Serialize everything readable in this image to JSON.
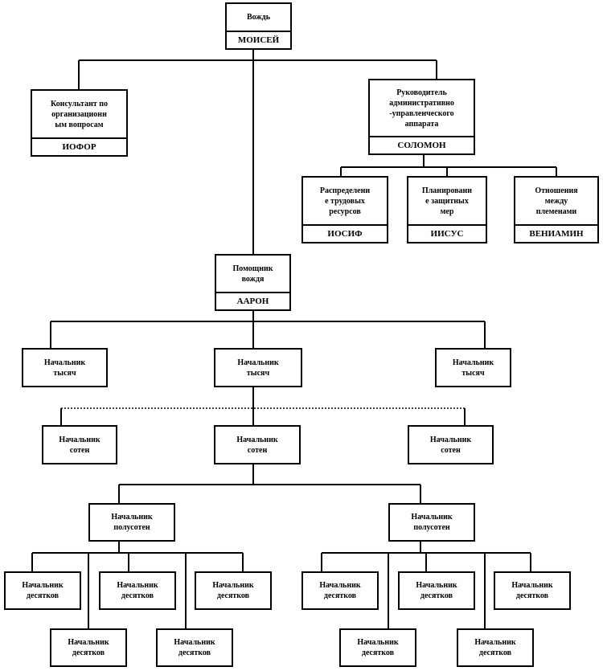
{
  "leader": {
    "title": "Вождь",
    "name": "МОИСЕЙ"
  },
  "consultant": {
    "title": "Консультант  по\nорганизационн\nым вопросам",
    "name": "ИОФОР"
  },
  "admin_head": {
    "title": "Руководитель\nадминистративно\n-управленческого\nаппарата",
    "name": "СОЛОМОН"
  },
  "labor": {
    "title": "Распределени\nе трудовых\nресурсов",
    "name": "ИОСИФ"
  },
  "planning": {
    "title": "Планировани\nе защитных\nмер",
    "name": "ИИСУС"
  },
  "relations": {
    "title": "Отношения\nмежду\nплеменами",
    "name": "ВЕНИАМИН"
  },
  "assistant": {
    "title": "Помощник\nвождя",
    "name": "ААРОН"
  },
  "labels": {
    "thousands": "Начальник\nтысяч",
    "hundreds": "Начальник\nсотен",
    "fifties": "Начальник\nполусотен",
    "tens": "Начальник\nдесятков"
  }
}
